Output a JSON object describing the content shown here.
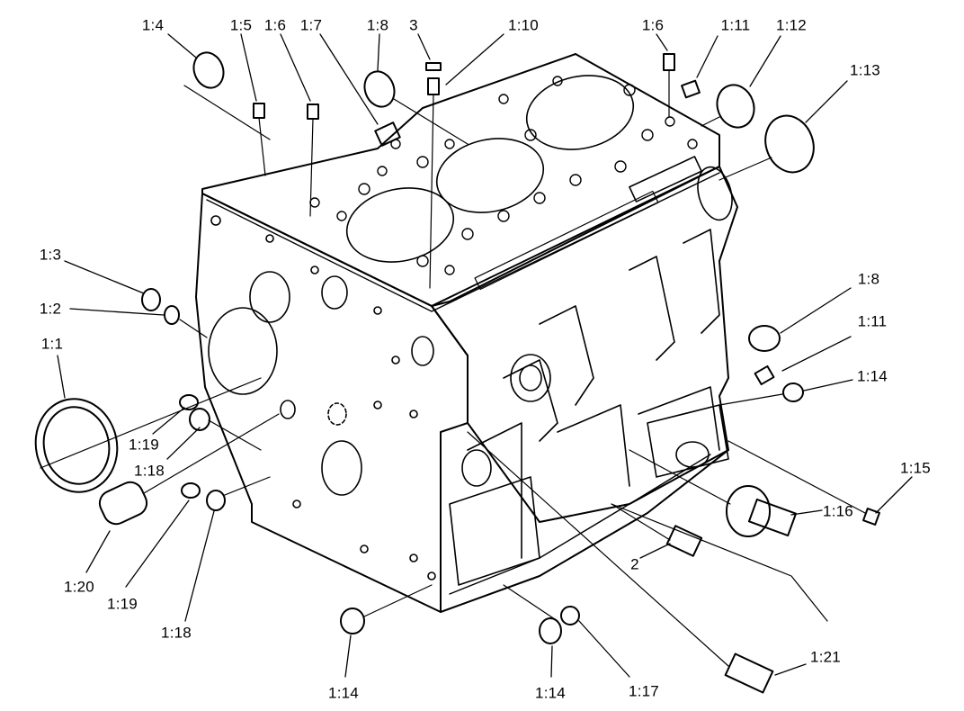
{
  "callouts": [
    {
      "label": "1:4"
    },
    {
      "label": "1:5"
    },
    {
      "label": "1:6"
    },
    {
      "label": "1:7"
    },
    {
      "label": "1:8"
    },
    {
      "label": "3"
    },
    {
      "label": "1:10"
    },
    {
      "label": "1:6"
    },
    {
      "label": "1:11"
    },
    {
      "label": "1:12"
    },
    {
      "label": "1:13"
    },
    {
      "label": "1:3"
    },
    {
      "label": "1:2"
    },
    {
      "label": "1:1"
    },
    {
      "label": "1:8"
    },
    {
      "label": "1:11"
    },
    {
      "label": "1:14"
    },
    {
      "label": "1:19"
    },
    {
      "label": "1:18"
    },
    {
      "label": "1:15"
    },
    {
      "label": "1:16"
    },
    {
      "label": "2"
    },
    {
      "label": "1:20"
    },
    {
      "label": "1:19"
    },
    {
      "label": "1:18"
    },
    {
      "label": "1:21"
    },
    {
      "label": "1:14"
    },
    {
      "label": "1:14"
    },
    {
      "label": "1:17"
    }
  ]
}
